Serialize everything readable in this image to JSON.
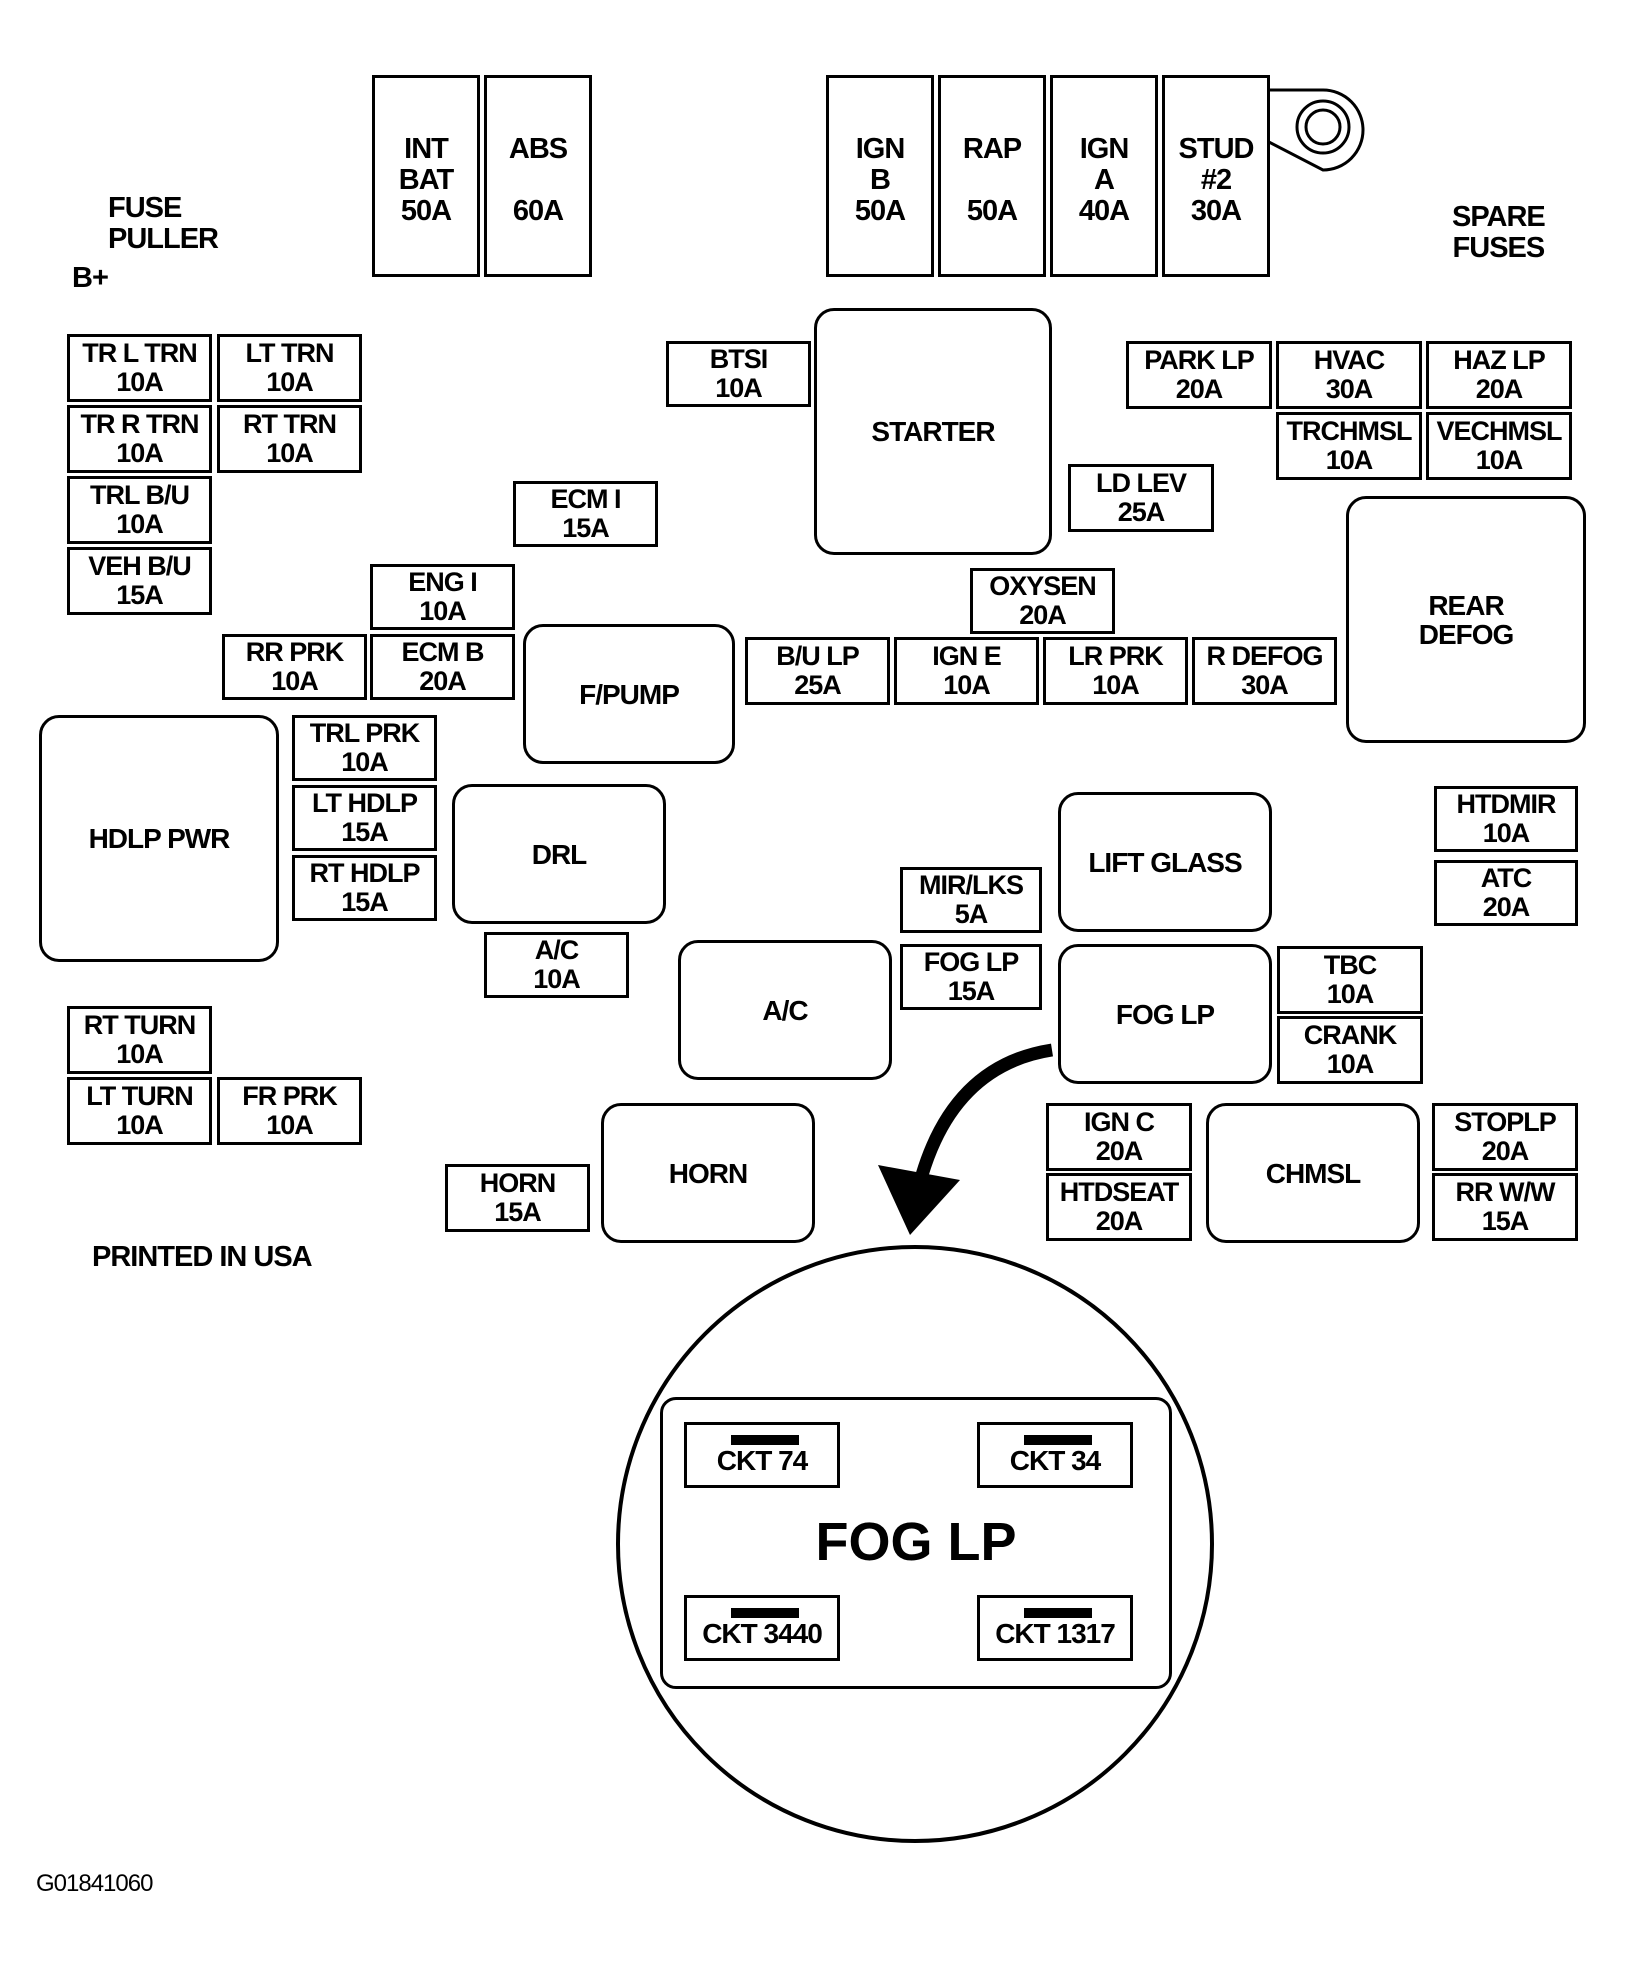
{
  "labels": {
    "fuse_puller": [
      "FUSE",
      "PULLER"
    ],
    "b_plus": "B+",
    "spare_fuses": [
      "SPARE",
      "FUSES"
    ],
    "printed": "PRINTED IN USA",
    "figure_id": "G01841060"
  },
  "maxi_fuses": [
    {
      "lines": [
        "INT",
        "BAT",
        "50A"
      ]
    },
    {
      "lines": [
        "ABS",
        "",
        "60A"
      ]
    },
    {
      "lines": [
        "IGN",
        "B",
        "50A"
      ]
    },
    {
      "lines": [
        "RAP",
        "",
        "50A"
      ]
    },
    {
      "lines": [
        "IGN",
        "A",
        "40A"
      ]
    },
    {
      "lines": [
        "STUD",
        "#2",
        "30A"
      ]
    }
  ],
  "fuses": [
    {
      "name": "TR L TRN",
      "rating": "10A"
    },
    {
      "name": "LT TRN",
      "rating": "10A"
    },
    {
      "name": "TR R TRN",
      "rating": "10A"
    },
    {
      "name": "RT TRN",
      "rating": "10A"
    },
    {
      "name": "TRL B/U",
      "rating": "10A"
    },
    {
      "name": "VEH B/U",
      "rating": "15A"
    },
    {
      "name": "BTSI",
      "rating": "10A"
    },
    {
      "name": "ECM I",
      "rating": "15A"
    },
    {
      "name": "ENG I",
      "rating": "10A"
    },
    {
      "name": "RR PRK",
      "rating": "10A"
    },
    {
      "name": "ECM B",
      "rating": "20A"
    },
    {
      "name": "PARK LP",
      "rating": "20A"
    },
    {
      "name": "HVAC",
      "rating": "30A"
    },
    {
      "name": "HAZ LP",
      "rating": "20A"
    },
    {
      "name": "TRCHMSL",
      "rating": "10A"
    },
    {
      "name": "VECHMSL",
      "rating": "10A"
    },
    {
      "name": "LD LEV",
      "rating": "25A"
    },
    {
      "name": "OXYSEN",
      "rating": "20A"
    },
    {
      "name": "B/U LP",
      "rating": "25A"
    },
    {
      "name": "IGN E",
      "rating": "10A"
    },
    {
      "name": "LR PRK",
      "rating": "10A"
    },
    {
      "name": "R DEFOG",
      "rating": "30A"
    },
    {
      "name": "TRL PRK",
      "rating": "10A"
    },
    {
      "name": "LT HDLP",
      "rating": "15A"
    },
    {
      "name": "RT HDLP",
      "rating": "15A"
    },
    {
      "name": "A/C",
      "rating": "10A"
    },
    {
      "name": "MIR/LKS",
      "rating": "5A"
    },
    {
      "name": "FOG LP",
      "rating": "15A"
    },
    {
      "name": "HTDMIR",
      "rating": "10A"
    },
    {
      "name": "ATC",
      "rating": "20A"
    },
    {
      "name": "TBC",
      "rating": "10A"
    },
    {
      "name": "CRANK",
      "rating": "10A"
    },
    {
      "name": "RT TURN",
      "rating": "10A"
    },
    {
      "name": "LT TURN",
      "rating": "10A"
    },
    {
      "name": "FR PRK",
      "rating": "10A"
    },
    {
      "name": "HORN",
      "rating": "15A"
    },
    {
      "name": "IGN C",
      "rating": "20A"
    },
    {
      "name": "HTDSEAT",
      "rating": "20A"
    },
    {
      "name": "STOPLP",
      "rating": "20A"
    },
    {
      "name": "RR W/W",
      "rating": "15A"
    }
  ],
  "relays": [
    {
      "lines": [
        "STARTER"
      ]
    },
    {
      "lines": [
        "REAR",
        "DEFOG"
      ]
    },
    {
      "lines": [
        "F/PUMP"
      ]
    },
    {
      "lines": [
        "HDLP PWR"
      ]
    },
    {
      "lines": [
        "DRL"
      ]
    },
    {
      "lines": [
        "LIFT GLASS"
      ]
    },
    {
      "lines": [
        "A/C"
      ]
    },
    {
      "lines": [
        "FOG LP"
      ]
    },
    {
      "lines": [
        "HORN"
      ]
    },
    {
      "lines": [
        "CHMSL"
      ]
    }
  ],
  "detail": {
    "title": "FOG LP",
    "circuits": [
      "CKT 74",
      "CKT 34",
      "CKT 3440",
      "CKT 1317"
    ]
  }
}
